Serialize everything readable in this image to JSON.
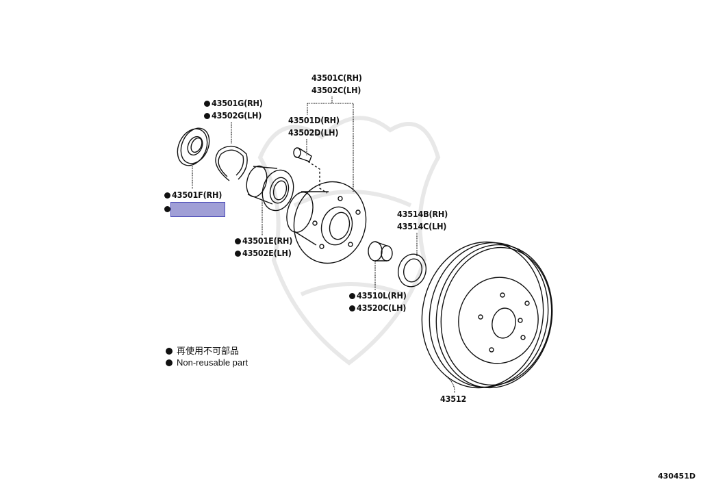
{
  "diagram": {
    "parts": {
      "hub": {
        "rh": "43501C(RH)",
        "lh": "43502C(LH)"
      },
      "snap_ring": {
        "rh": "43501G(RH)",
        "lh": "43502G(LH)",
        "non_reusable": true
      },
      "hub_bolt": {
        "rh": "43501D(RH)",
        "lh": "43502D(LH)"
      },
      "oil_seal": {
        "rh": "43501F(RH)",
        "lh": "",
        "non_reusable": true
      },
      "bearing": {
        "rh": "43501E(RH)",
        "lh": "43502E(LH)",
        "non_reusable": true
      },
      "grease_cap": {
        "rh": "43514B(RH)",
        "lh": "43514C(LH)"
      },
      "nut": {
        "rh": "43510L(RH)",
        "lh": "43520C(LH)",
        "non_reusable": true
      },
      "disc": {
        "number": "43512"
      }
    },
    "legend": {
      "jp": "再使用不可部品",
      "en": "Non-reusable part"
    },
    "figure_code": "430451D",
    "highlight_color": "#a09fd6"
  }
}
